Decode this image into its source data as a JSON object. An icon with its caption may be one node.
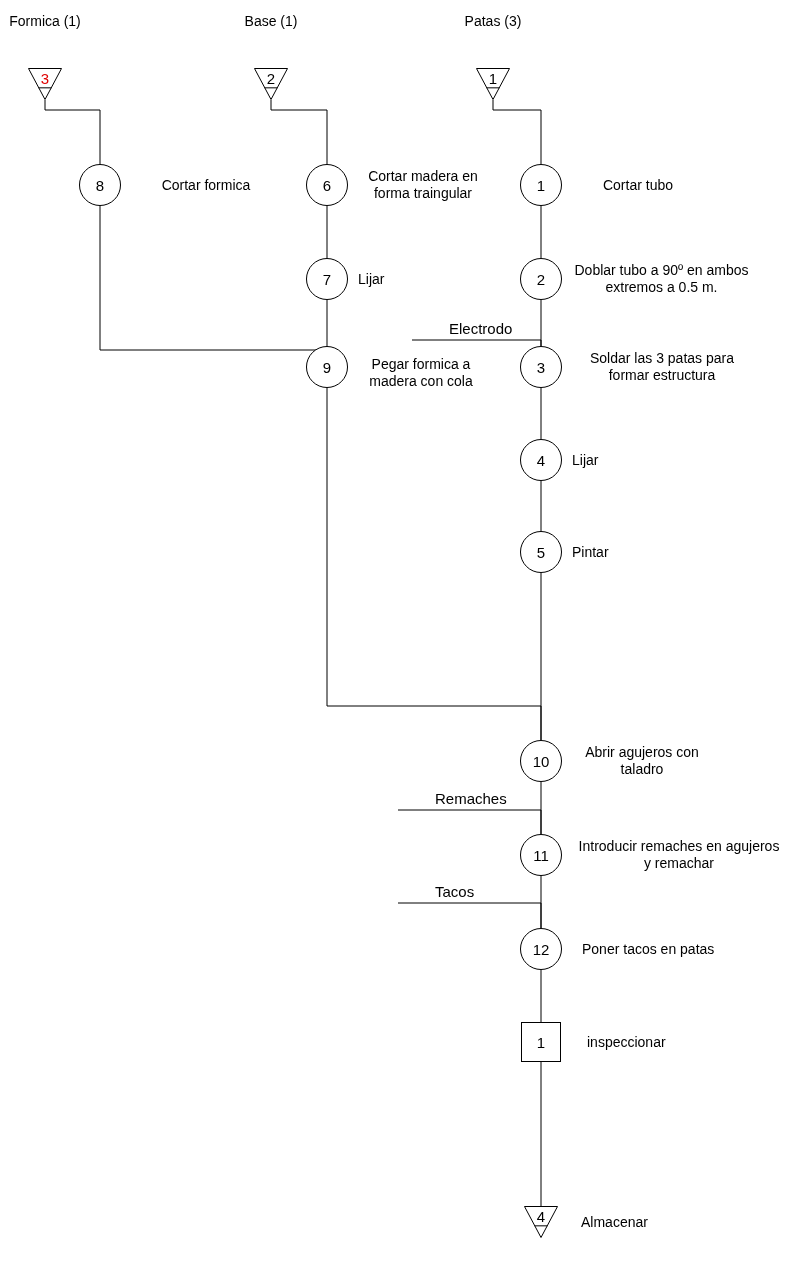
{
  "diagram": {
    "nodes": [
      {
        "text": [
          "3"
        ],
        "beside": [
          "Formica (1)"
        ]
      },
      {
        "text": [
          "2"
        ],
        "beside": [
          "Base (1)"
        ]
      },
      {
        "text": [
          "1"
        ],
        "beside": [
          "Patas (3)"
        ]
      },
      {
        "text": [
          "8"
        ],
        "beside": [
          "Cortar formica"
        ]
      },
      {
        "text": [
          "6"
        ],
        "beside": [
          "Cortar madera en forma traingular"
        ]
      },
      {
        "text": [
          "7"
        ],
        "beside": [
          "Lijar"
        ]
      },
      {
        "text": [
          "1"
        ],
        "beside": [
          "Cortar tubo"
        ]
      },
      {
        "text": [
          "2"
        ],
        "beside": [
          "Doblar tubo a 90º en ambos extremos a 0.5 m."
        ]
      },
      {
        "text": [
          "9"
        ],
        "beside": [
          "Pegar formica a madera con cola"
        ]
      },
      {
        "text": [
          "3"
        ],
        "beside": [
          "Soldar las 3 patas para formar estructura"
        ]
      },
      {
        "text": [
          "4"
        ],
        "beside": [
          "Lijar"
        ]
      },
      {
        "text": [
          "5"
        ],
        "beside": [
          "Pintar"
        ]
      },
      {
        "text": [
          "10"
        ],
        "beside": [
          "Abrir agujeros con taladro"
        ]
      },
      {
        "text": [
          "11"
        ],
        "beside": [
          "Introducir remaches en agujeros y remachar"
        ]
      },
      {
        "text": [
          "12"
        ],
        "beside": [
          "Poner tacos en patas"
        ]
      },
      {
        "text": [
          "1"
        ],
        "beside": [
          "inspeccionar"
        ]
      },
      {
        "text": [
          "4"
        ],
        "beside": [
          "Almacenar"
        ]
      }
    ],
    "edges": [
      {
        "from": 0,
        "to": 3,
        "arrow": "none"
      },
      {
        "from": 1,
        "to": 4,
        "arrow": "none"
      },
      {
        "from": 2,
        "to": 6,
        "arrow": "none"
      },
      {
        "from": 4,
        "to": 5,
        "arrow": "none"
      },
      {
        "from": 6,
        "to": 7,
        "arrow": "none"
      },
      {
        "from": 3,
        "to": 8,
        "arrow": "none"
      },
      {
        "from": 5,
        "to": 8,
        "arrow": "none"
      },
      {
        "from": 7,
        "to": 9,
        "arrow": "none"
      },
      {
        "from": null,
        "to": 9,
        "arrow": "none",
        "label": "Electrodo"
      },
      {
        "from": 9,
        "to": 10,
        "arrow": "none"
      },
      {
        "from": 10,
        "to": 11,
        "arrow": "none"
      },
      {
        "from": 8,
        "to": 12,
        "arrow": "none"
      },
      {
        "from": 11,
        "to": 12,
        "arrow": "none"
      },
      {
        "from": null,
        "to": 13,
        "arrow": "none",
        "label": "Remaches"
      },
      {
        "from": 12,
        "to": 13,
        "arrow": "none"
      },
      {
        "from": null,
        "to": 14,
        "arrow": "none",
        "label": "Tacos"
      },
      {
        "from": 13,
        "to": 14,
        "arrow": "none"
      },
      {
        "from": 14,
        "to": 15,
        "arrow": "none"
      },
      {
        "from": 15,
        "to": 16,
        "arrow": "none"
      }
    ]
  }
}
